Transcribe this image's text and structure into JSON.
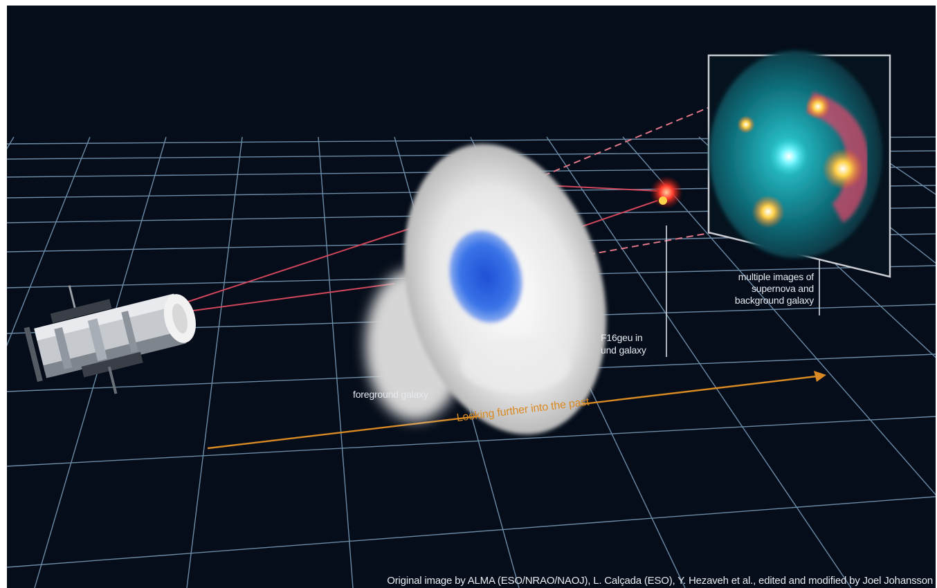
{
  "labels": {
    "supernova_line1": "F16geu in",
    "supernova_line2": "und galaxy",
    "multiple_line1": "multiple images of",
    "multiple_line2": "supernova and",
    "multiple_line3": "background galaxy",
    "foreground": "foreground galaxy",
    "timeline": "Looking further into the past"
  },
  "caption": "Original image by ALMA (ESO/NRAO/NAOJ), L. Calçada (ESO), Y. Hezaveh et al., edited and modified by Joel Johansson",
  "colors": {
    "background": "#050d1a",
    "grid": "#8fb6d6",
    "light_path": "#d0465a",
    "timeline_arrow": "#d98a24",
    "inset_glow": "#1aa7b8",
    "supernova": "#ffb020"
  },
  "icons": {
    "telescope": "hubble-telescope-icon",
    "lens": "gravitational-lens-dish-icon"
  }
}
